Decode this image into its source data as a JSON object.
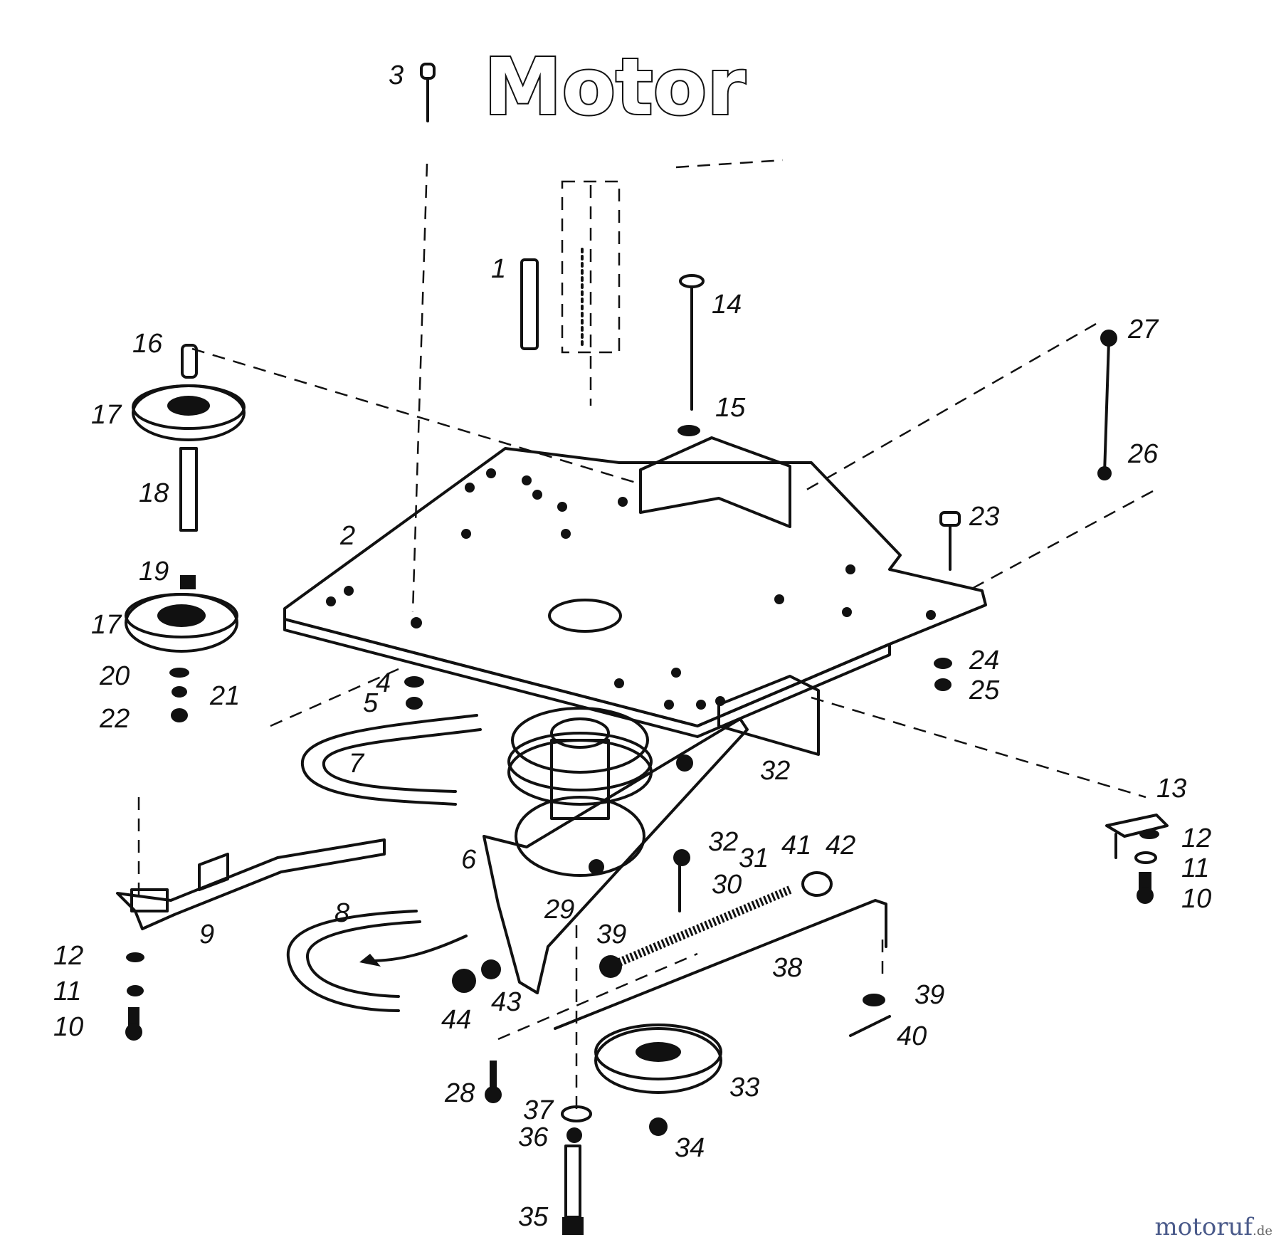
{
  "title": "Motor",
  "callouts": [
    "1",
    "2",
    "3",
    "4",
    "5",
    "6",
    "7",
    "8",
    "9",
    "10",
    "11",
    "12",
    "13",
    "14",
    "15",
    "16",
    "17",
    "18",
    "19",
    "20",
    "21",
    "22",
    "23",
    "24",
    "25",
    "26",
    "27",
    "28",
    "29",
    "30",
    "31",
    "32",
    "33",
    "34",
    "35",
    "36",
    "37",
    "38",
    "39",
    "40",
    "41",
    "42",
    "43",
    "44"
  ],
  "watermark": {
    "name": "motoruf",
    "tld": ".de"
  }
}
